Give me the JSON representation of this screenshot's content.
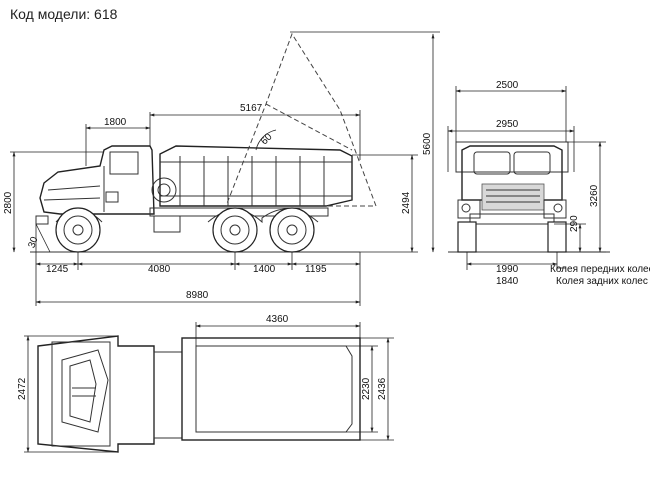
{
  "model": {
    "label": "Код модели: 618"
  },
  "side_view": {
    "dim_1800": "1800",
    "dim_5167": "5167",
    "dim_angle": "60",
    "dim_5600": "5600",
    "dim_2800": "2800",
    "dim_2494": "2494",
    "dim_30": "30",
    "dim_1245": "1245",
    "dim_4080": "4080",
    "dim_1400": "1400",
    "dim_1195": "1195",
    "dim_8980": "8980"
  },
  "front_view": {
    "dim_2500": "2500",
    "dim_2950": "2950",
    "dim_3260": "3260",
    "dim_290": "290",
    "dim_1990": "1990",
    "dim_1840": "1840",
    "legend_front": "Колея передних колес",
    "legend_rear": "Колея задних колес"
  },
  "top_view": {
    "dim_4360": "4360",
    "dim_2472": "2472",
    "dim_2230": "2230",
    "dim_2436": "2436"
  }
}
